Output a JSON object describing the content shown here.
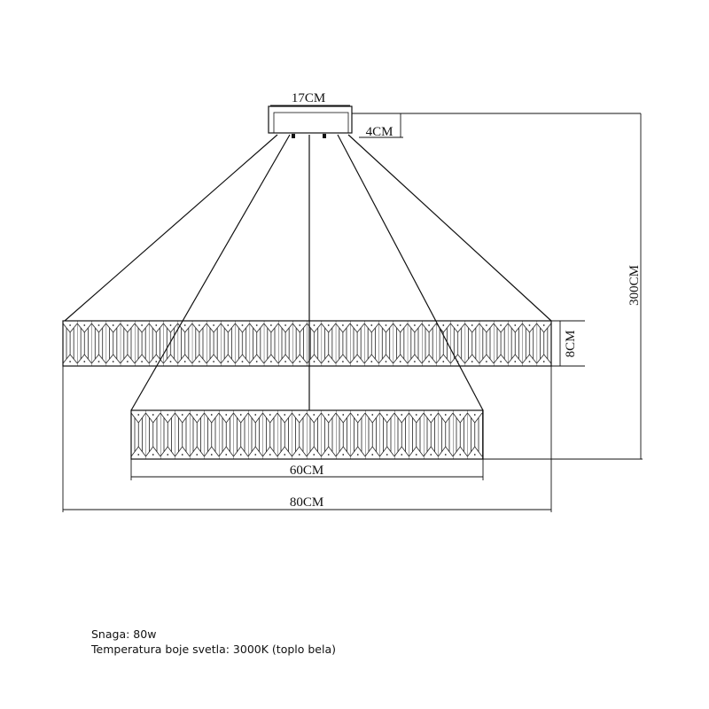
{
  "dimensions": {
    "canopy_width": "17CM",
    "canopy_height": "4CM",
    "total_height": "300CM",
    "ring_height": "8CM",
    "small_ring_diameter": "60CM",
    "large_ring_diameter": "80CM"
  },
  "specs": {
    "power": "Snaga: 80w",
    "color_temperature": "Temperatura boje svetla: 3000K (toplo bela)"
  },
  "colors": {
    "line": "#111111",
    "background": "#ffffff"
  }
}
